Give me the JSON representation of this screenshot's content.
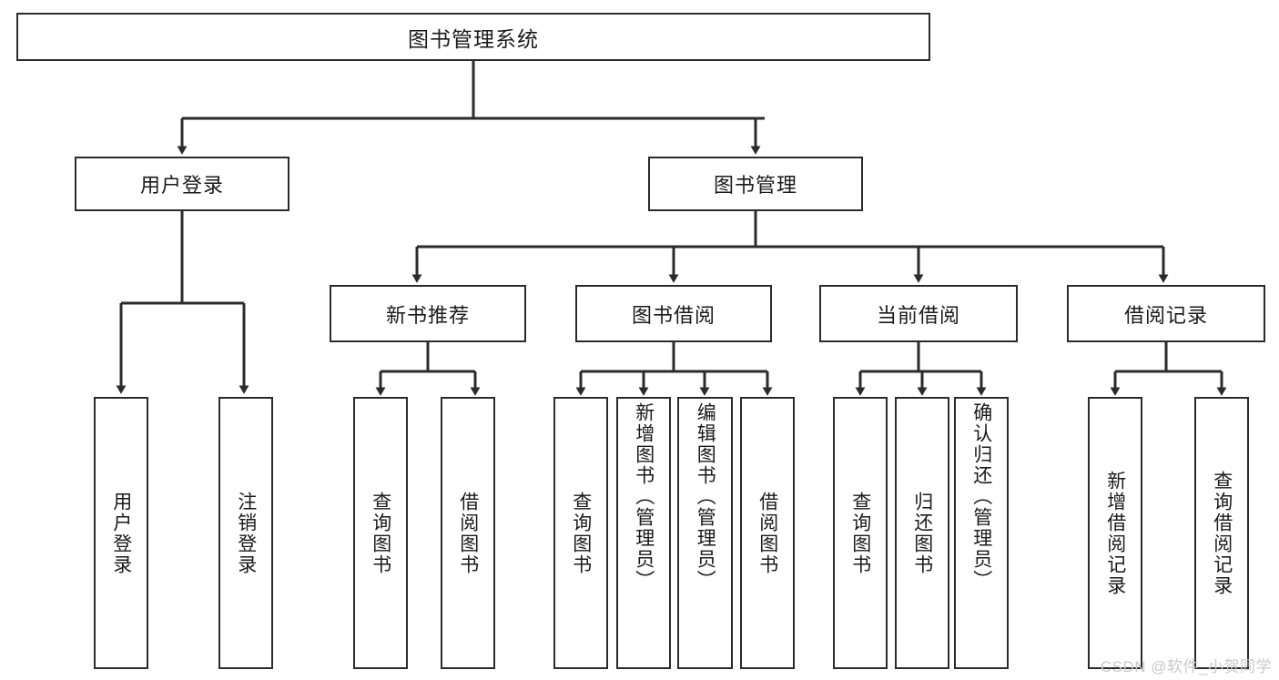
{
  "diagram": {
    "type": "tree",
    "title": "图书管理系统",
    "orientation": "top-down",
    "colors": {
      "box_border": "#2b2b2b",
      "box_fill": "#ffffff",
      "connector": "#2b2b2b",
      "text": "#1a1a1a",
      "watermark": "#c9c9c9",
      "background": "#ffffff"
    },
    "root": {
      "id": "root",
      "label": "图书管理系统"
    },
    "level2": [
      {
        "id": "user-login",
        "label": "用户登录"
      },
      {
        "id": "book-manage",
        "label": "图书管理"
      }
    ],
    "level3": [
      {
        "id": "new-book-rec",
        "label": "新书推荐"
      },
      {
        "id": "book-borrow",
        "label": "图书借阅"
      },
      {
        "id": "current-borrow",
        "label": "当前借阅"
      },
      {
        "id": "borrow-record",
        "label": "借阅记录"
      }
    ],
    "leaves": {
      "user_login": [
        {
          "id": "leaf-user-login",
          "label": "用户登录"
        },
        {
          "id": "leaf-logout-login",
          "label": "注销登录"
        }
      ],
      "new_book_rec": [
        {
          "id": "leaf-query-book-1",
          "label": "查询图书"
        },
        {
          "id": "leaf-borrow-book-1",
          "label": "借阅图书"
        }
      ],
      "book_borrow": [
        {
          "id": "leaf-query-book-2",
          "label": "查询图书"
        },
        {
          "id": "leaf-add-book",
          "label": "新增图书（管理员）"
        },
        {
          "id": "leaf-edit-book",
          "label": "编辑图书（管理员）"
        },
        {
          "id": "leaf-borrow-book-2",
          "label": "借阅图书"
        }
      ],
      "current_borrow": [
        {
          "id": "leaf-query-book-3",
          "label": "查询图书"
        },
        {
          "id": "leaf-return-book",
          "label": "归还图书"
        },
        {
          "id": "leaf-confirm-return",
          "label": "确认归还（管理员）"
        }
      ],
      "borrow_record": [
        {
          "id": "leaf-add-record",
          "label": "新增借阅记录"
        },
        {
          "id": "leaf-query-record",
          "label": "查询借阅记录"
        }
      ]
    }
  },
  "watermark": {
    "text": "CSDN @软件_小贺同学"
  }
}
